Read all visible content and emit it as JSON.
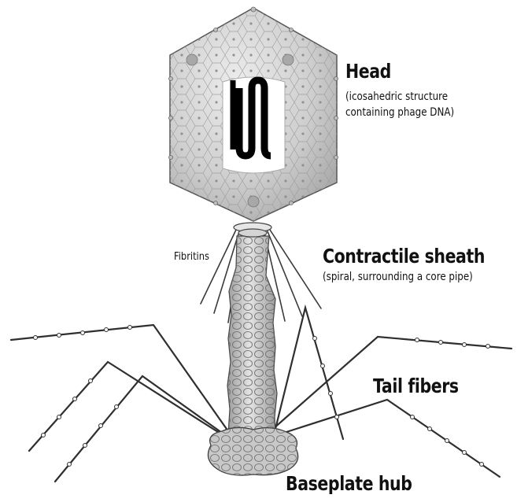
{
  "labels": {
    "head_title": "Head",
    "head_desc_1": "(icosahedric structure",
    "head_desc_2": "containing phage DNA)",
    "fibritins": "Fibritins",
    "sheath_title": "Contractile sheath",
    "sheath_desc": "(spiral, surrounding a core pipe)",
    "tail_fibers": "Tail fibers",
    "baseplate": "Baseplate hub"
  },
  "colors": {
    "capsid_fill": "#d2d2d2",
    "capsid_stroke": "#555555",
    "sheath_fill": "#cfcfcf",
    "line": "#333333",
    "dna": "#000000",
    "text": "#111111"
  }
}
